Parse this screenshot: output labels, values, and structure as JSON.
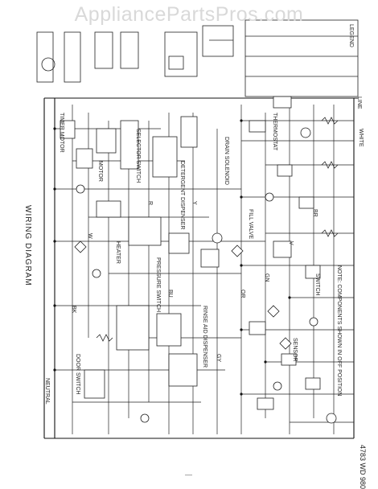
{
  "watermark": "AppliancePartsPros.com",
  "diagram": {
    "title": "WIRING DIAGRAM",
    "model_code": "4783 WD 980",
    "footer_mark": "—",
    "labels": [
      "TIMER MOTOR",
      "DOOR SWITCH",
      "MOTOR",
      "HEATER",
      "SELECTOR SWITCH",
      "PRESSURE SWITCH",
      "DETERGENT DISPENSER",
      "RINSE AID DISPENSER",
      "DRAIN SOLENOID",
      "FILL VALVE",
      "THERMOSTAT",
      "SENSOR",
      "SWITCH",
      "NEUTRAL",
      "LINE",
      "BK",
      "W",
      "R",
      "BU",
      "Y",
      "GY",
      "OR",
      "GN",
      "V",
      "BR",
      "NOTE: COMPONENTS SHOWN IN OFF POSITION",
      "WHITE",
      "LEGEND"
    ]
  }
}
